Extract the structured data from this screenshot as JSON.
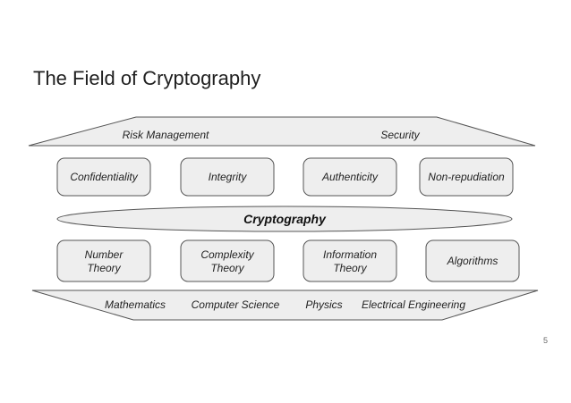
{
  "slide": {
    "title": "The Field of Cryptography",
    "page_number": "5"
  },
  "top_band": {
    "left_label": "Risk Management",
    "right_label": "Security"
  },
  "goals": [
    {
      "label": "Confidentiality"
    },
    {
      "label": "Integrity"
    },
    {
      "label": "Authenticity"
    },
    {
      "label": "Non-repudiation"
    }
  ],
  "center": {
    "label": "Cryptography"
  },
  "foundations": [
    {
      "line1": "Number",
      "line2": "Theory"
    },
    {
      "line1": "Complexity",
      "line2": "Theory"
    },
    {
      "line1": "Information",
      "line2": "Theory"
    },
    {
      "line1": "Algorithms",
      "line2": ""
    }
  ],
  "bottom_band": {
    "labels": [
      "Mathematics",
      "Computer Science",
      "Physics",
      "Electrical Engineering"
    ]
  },
  "colors": {
    "shape_fill": "#eeeeee",
    "shape_stroke": "#555555"
  }
}
